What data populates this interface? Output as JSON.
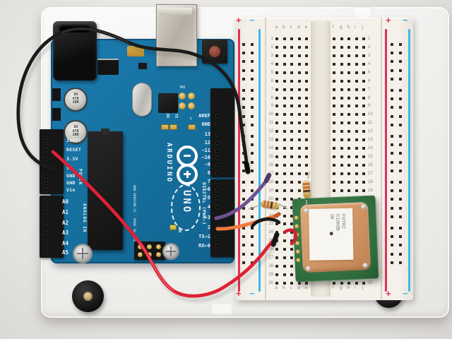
{
  "arduino": {
    "brand": "ARDUINO",
    "model": "UNO",
    "made_in": "WWW.ARDUINO.CC - MADE IN ITALY",
    "digital_section_label": "DIGITAL (PWM~)",
    "digital_pins": [
      "AREF",
      "GND",
      "13",
      "12",
      "~11",
      "~10",
      "~9",
      "8",
      "7",
      "~6",
      "~5",
      "4",
      "~3",
      "2",
      "TX→1",
      "RX←0"
    ],
    "power_section_label": "POWER",
    "power_pins": [
      "IOREF",
      "RESET",
      "3.3V",
      "5V",
      "GND",
      "GND",
      "Vin"
    ],
    "analog_section_label": "ANALOG IN",
    "analog_pins": [
      "A0",
      "A1",
      "A2",
      "A3",
      "A4",
      "A5"
    ],
    "led_labels": {
      "rx": "RX",
      "tx": "TX",
      "l": "L",
      "on": "ON"
    },
    "tp_label": "TP2",
    "logo_minus": "−",
    "logo_plus": "+",
    "capacitor_marking": [
      "1H",
      "470",
      "16H"
    ],
    "board_color": "#16719f"
  },
  "breadboard": {
    "column_letters_left": [
      "a",
      "b",
      "c",
      "d",
      "e"
    ],
    "column_letters_right": [
      "f",
      "g",
      "h",
      "i",
      "j"
    ],
    "row_count": 30,
    "rail_plus": "+",
    "rail_minus": "−",
    "rail_red": "#e03055",
    "rail_blue": "#3eb8e8"
  },
  "gps_module": {
    "sticker_line1": "FSTR2",
    "sticker_line2": "C1093B-09",
    "pcb_color": "#2f6b3c",
    "antenna_color": "#cd9162"
  },
  "wires": [
    {
      "name": "black-ground-wire",
      "color": "#1b1b1b"
    },
    {
      "name": "red-power-wire",
      "color": "#de2136"
    },
    {
      "name": "purple-signal-wire",
      "color": "#70518f"
    },
    {
      "name": "orange-signal-wire",
      "color": "#f2793f"
    },
    {
      "name": "black-jumper-wire",
      "color": "#181818"
    },
    {
      "name": "red-jumper-wire",
      "color": "#d41f31"
    }
  ]
}
